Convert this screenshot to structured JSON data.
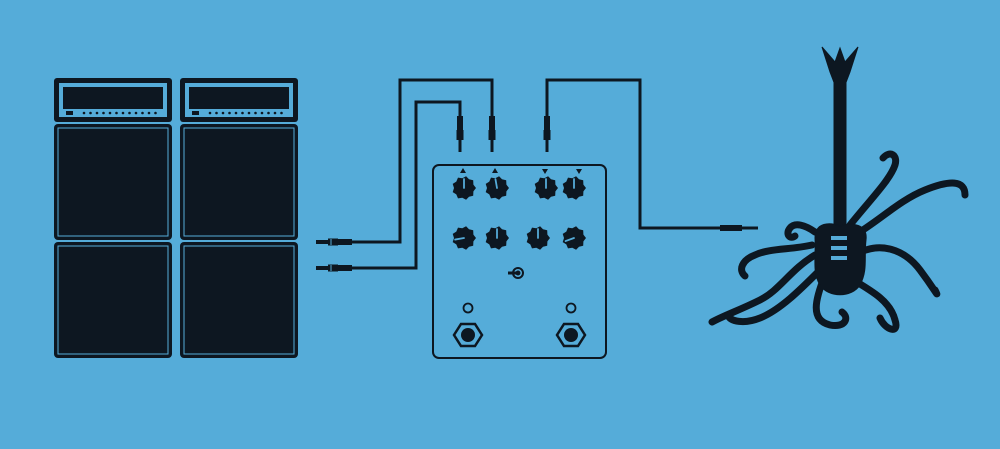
{
  "colors": {
    "background": "#55acd9",
    "ink": "#0d1721",
    "accent": "#55acd9"
  },
  "scene": {
    "amp_stacks": 2,
    "pedal_knobs": 8,
    "pedal_footswitches": 2,
    "cables": 3
  }
}
